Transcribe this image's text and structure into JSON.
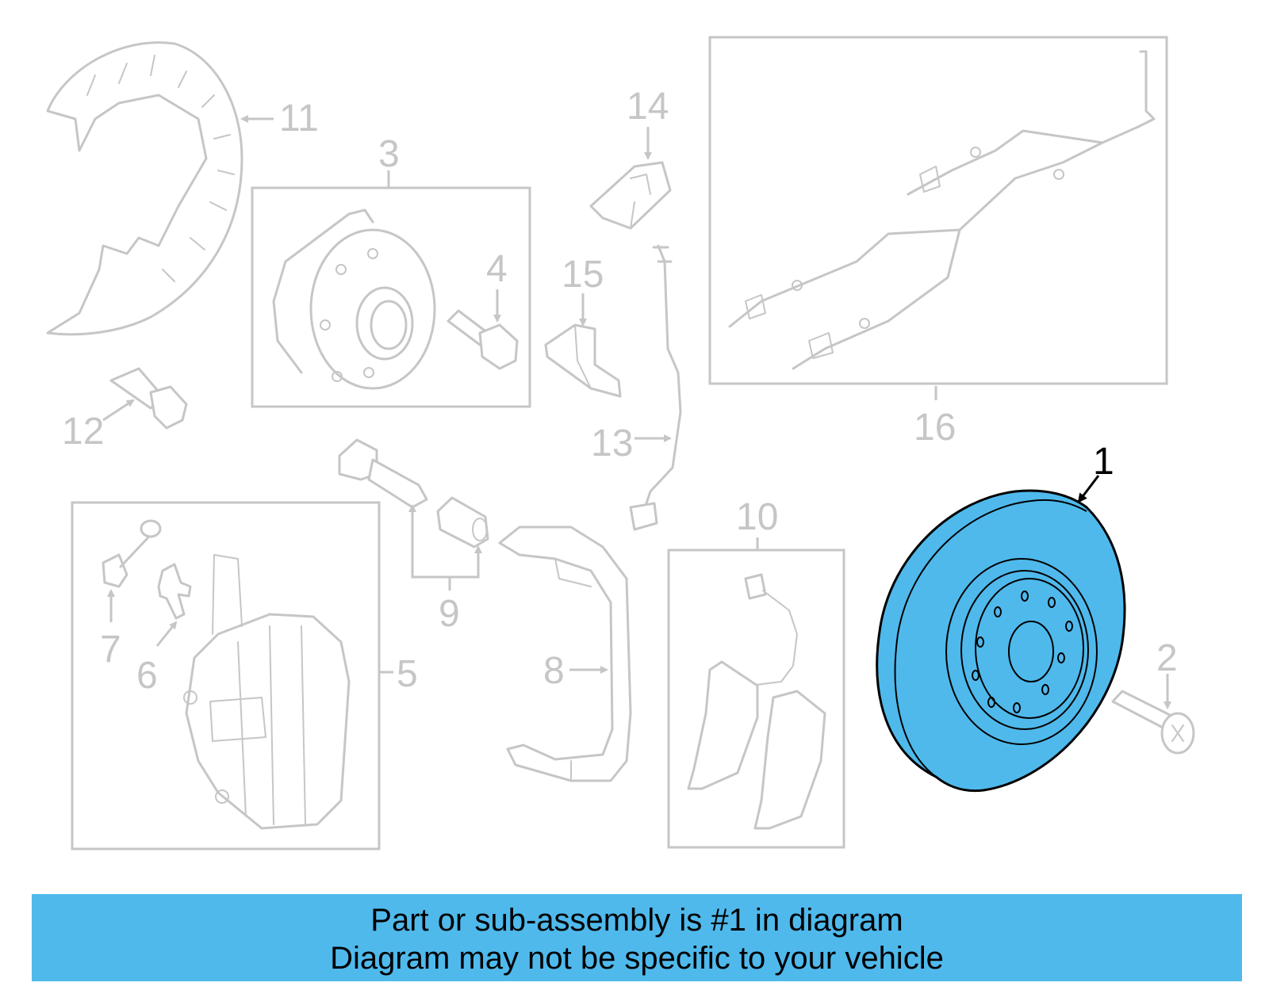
{
  "colors": {
    "highlight": "#4fb9ec",
    "ghost": "#c6c6c6",
    "banner": "#4fb9ec"
  },
  "callouts": {
    "c1": "1",
    "c2": "2",
    "c3": "3",
    "c4": "4",
    "c5": "5",
    "c6": "6",
    "c7": "7",
    "c8": "8",
    "c9": "9",
    "c10": "10",
    "c11": "11",
    "c12": "12",
    "c13": "13",
    "c14": "14",
    "c15": "15",
    "c16": "16"
  },
  "highlighted_part": "1",
  "banner": {
    "line1": "Part or sub-assembly is #1 in diagram",
    "line2": "Diagram may not be specific to your vehicle"
  }
}
